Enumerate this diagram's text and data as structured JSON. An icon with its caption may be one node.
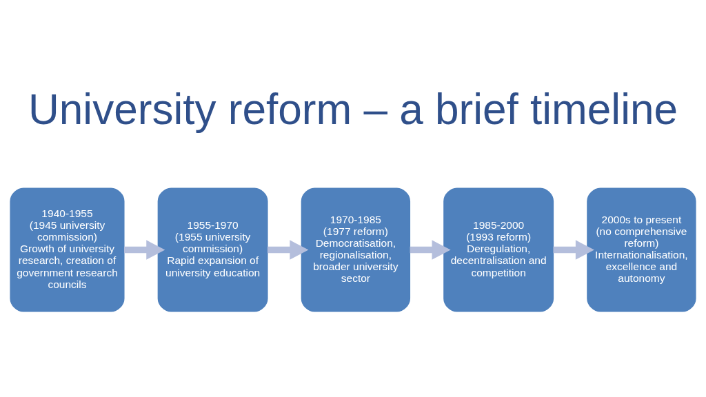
{
  "diagram": {
    "title": "University reform – a brief timeline",
    "nodes": [
      {
        "text": [
          "1940-1955",
          "(1945 university commission)",
          "Growth of university research, creation of government research councils"
        ]
      },
      {
        "text": [
          "1955-1970",
          "(1955 university commission)",
          "Rapid expansion of university education"
        ]
      },
      {
        "text": [
          "1970-1985",
          "(1977 reform)",
          "Democratisation, regionalisation, broader university sector"
        ]
      },
      {
        "text": [
          "1985-2000",
          "(1993 reform)",
          "Deregulation, decentralisation and competition"
        ]
      },
      {
        "text": [
          "2000s to present",
          "(no comprehensive reform)",
          "Internationalisation, excellence and autonomy"
        ]
      }
    ],
    "edges": [
      {
        "from": 0,
        "to": 1,
        "arrow": "to"
      },
      {
        "from": 1,
        "to": 2,
        "arrow": "to"
      },
      {
        "from": 2,
        "to": 3,
        "arrow": "to"
      },
      {
        "from": 3,
        "to": 4,
        "arrow": "to"
      }
    ]
  }
}
